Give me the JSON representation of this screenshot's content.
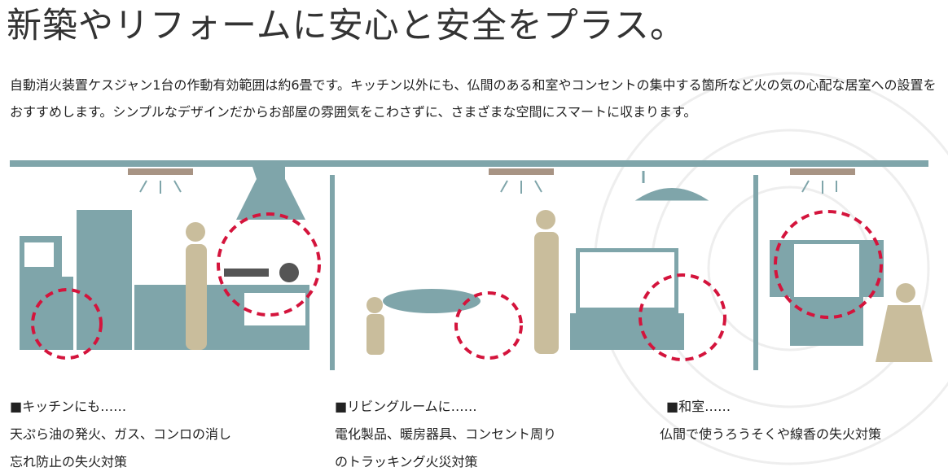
{
  "title": "新築やリフォームに安心と安全をプラス。",
  "lead": "自動消火装置ケスジャン1台の作動有効範囲は約6畳です。キッチン以外にも、仏間のある和室やコンセントの集中する箇所など火の気の心配な居室への設置をおすすめします。シンプルなデザインだからお部屋の雰囲気をこわさずに、さまざまな空間にスマートに収まります。",
  "colors": {
    "teal": "#7fa5aa",
    "beige": "#c9bd9c",
    "red": "#d4143c",
    "ceiling": "#a89484"
  },
  "captions": [
    {
      "heading": "■キッチンにも……",
      "lines": [
        "天ぷら油の発火、ガス、コンロの消し",
        "忘れ防止の失火対策"
      ]
    },
    {
      "heading": "■リビングルームに……",
      "lines": [
        "電化製品、暖房器具、コンセント周り",
        "のトラッキング火災対策"
      ]
    },
    {
      "heading": "■和室……",
      "lines": [
        "仏間で使うろうそくや線香の失火対策"
      ]
    }
  ]
}
